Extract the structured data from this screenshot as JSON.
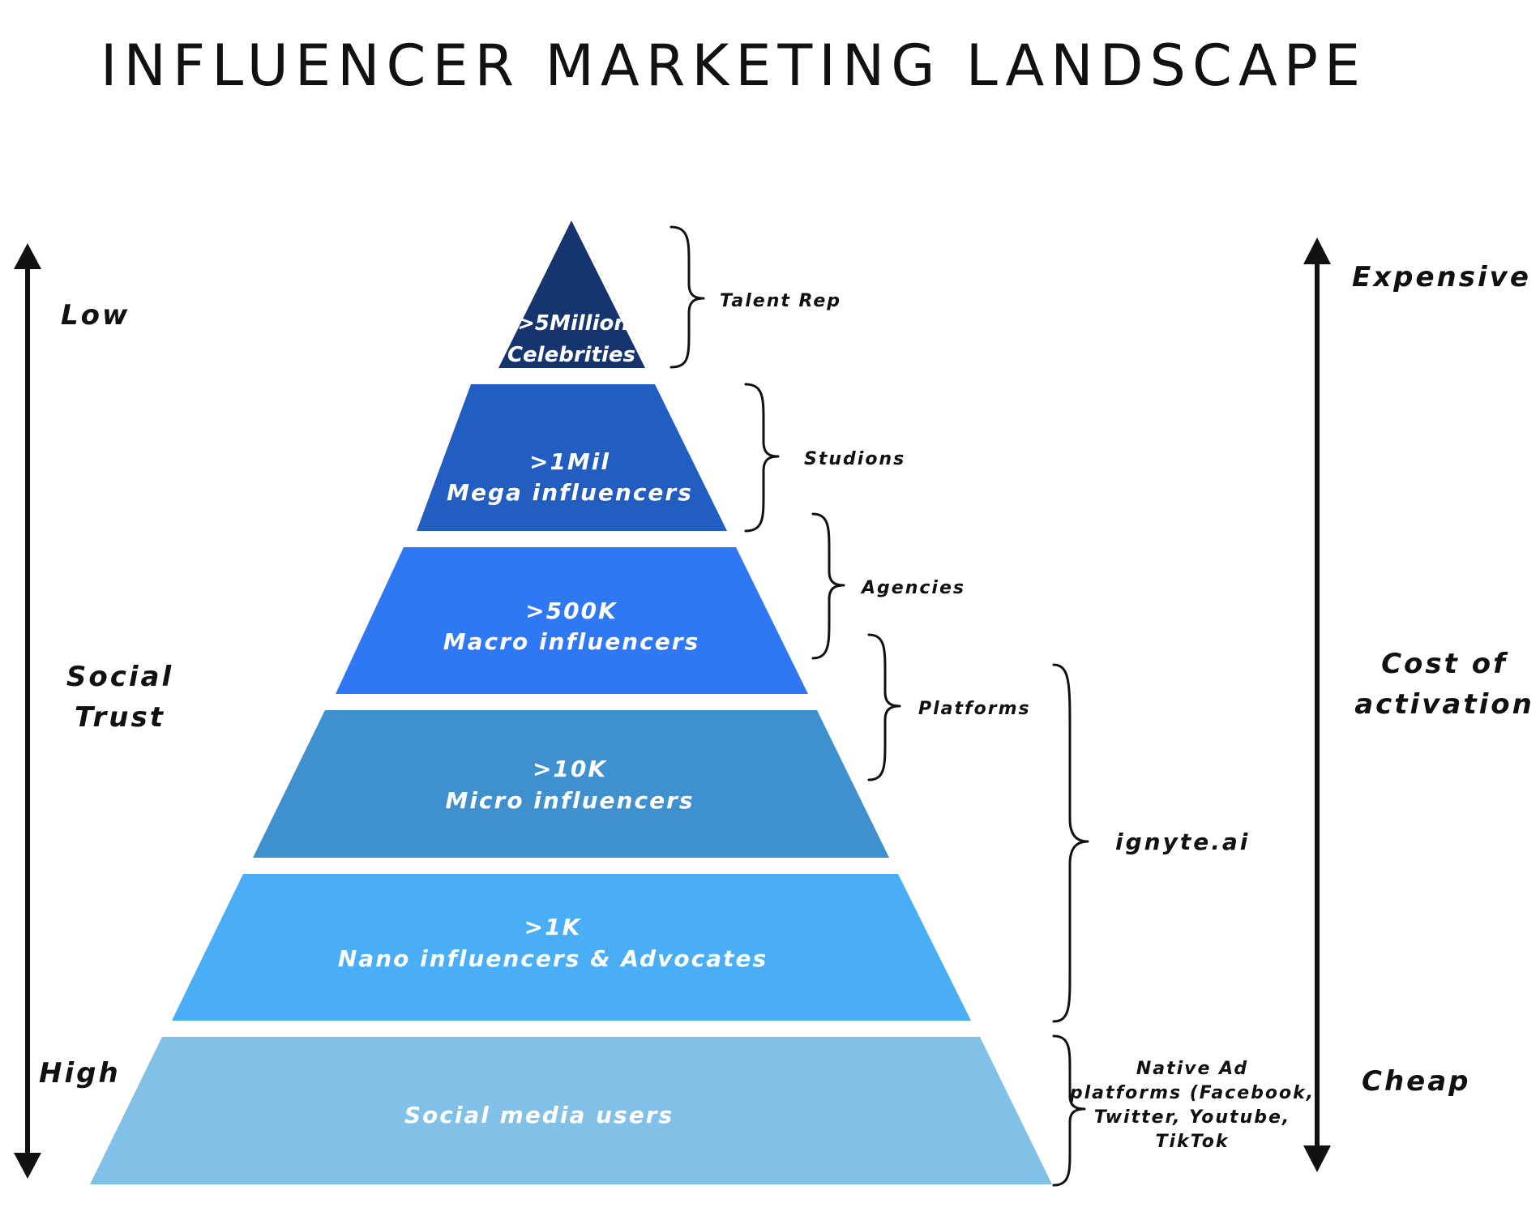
{
  "title": "INFLUENCER MARKETING LANDSCAPE",
  "left_axis": {
    "top_label": "Low",
    "middle_label_line1": "Social",
    "middle_label_line2": "Trust",
    "bottom_label": "High"
  },
  "right_axis": {
    "top_label": "Expensive",
    "middle_label_line1": "Cost of",
    "middle_label_line2": "activation",
    "bottom_label": "Cheap"
  },
  "tiers": [
    {
      "line1": ">5Million",
      "line2": "Celebrities",
      "color": "#16346e"
    },
    {
      "line1": ">1Mil",
      "line2": "Mega influencers",
      "color": "#225ec1"
    },
    {
      "line1": ">500K",
      "line2": "Macro influencers",
      "color": "#2f78f4"
    },
    {
      "line1": ">10K",
      "line2": "Micro influencers",
      "color": "#3f90cf"
    },
    {
      "line1": ">1K",
      "line2": "Nano influencers & Advocates",
      "color": "#4aaef6"
    },
    {
      "line1": "Social media users",
      "color": "#82c1e7"
    }
  ],
  "braces": [
    {
      "label": "Talent Rep"
    },
    {
      "label": "Studions"
    },
    {
      "label": "Agencies"
    },
    {
      "label": "Platforms"
    },
    {
      "label": "ignyte.ai"
    },
    {
      "lines": [
        "Native Ad",
        "platforms (Facebook,",
        "Twitter, Youtube,",
        "TikTok"
      ]
    }
  ]
}
